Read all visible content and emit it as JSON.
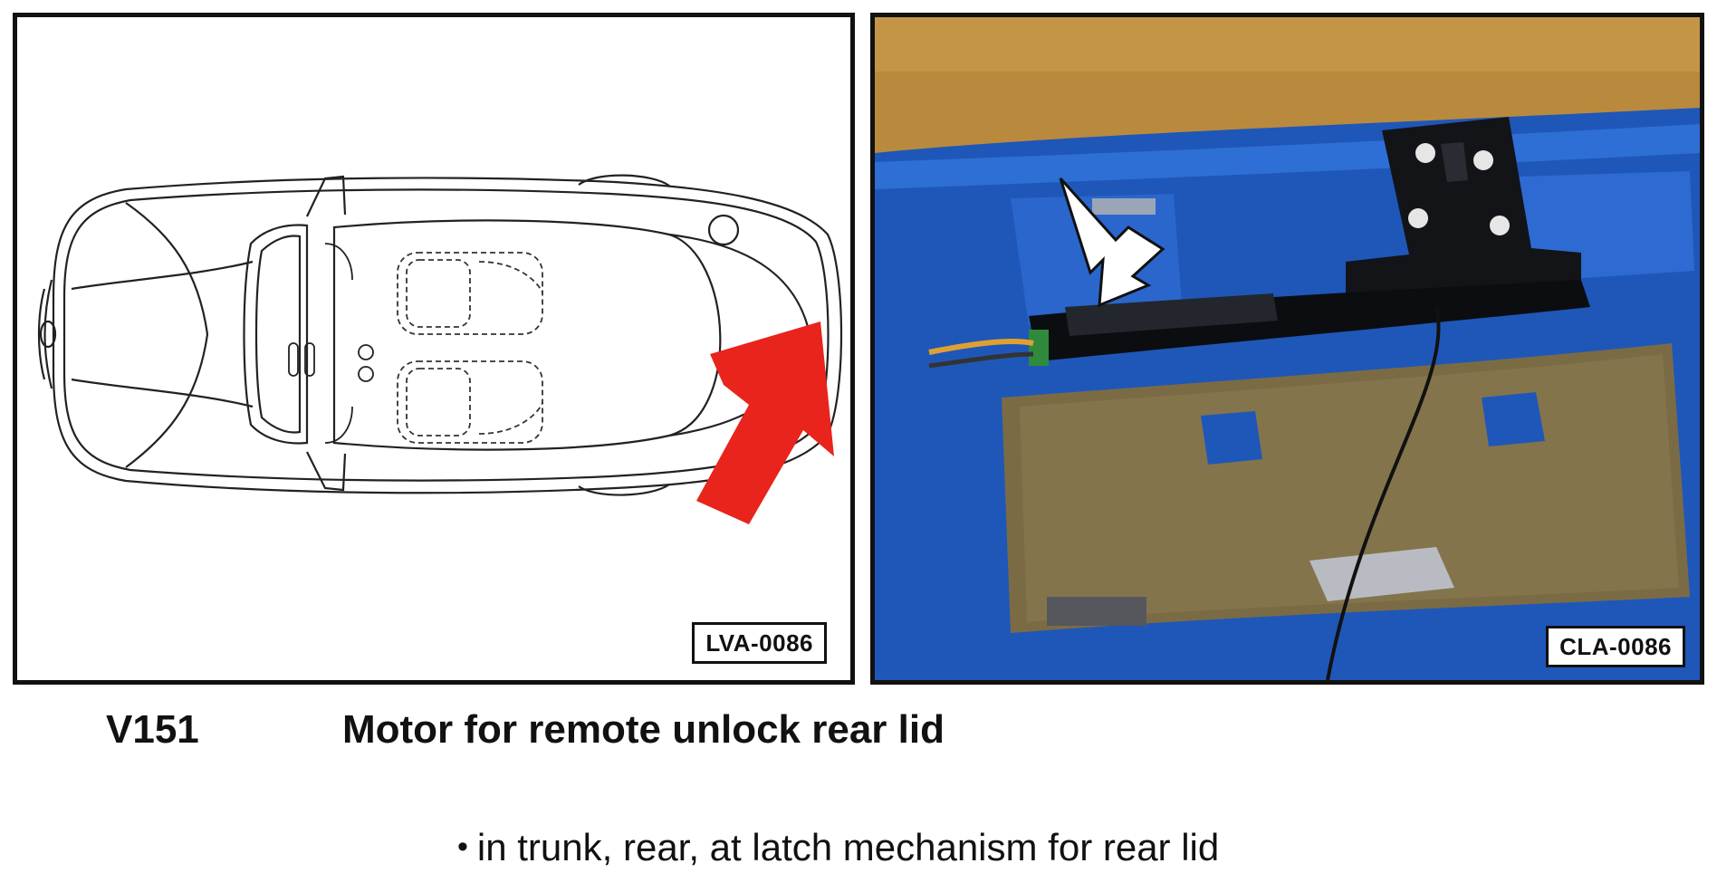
{
  "figures": {
    "left": {
      "code": "LVA-0086"
    },
    "right": {
      "code": "CLA-0086"
    }
  },
  "part": {
    "code": "V151",
    "title": "Motor for remote unlock rear lid"
  },
  "location": {
    "bullet": "•",
    "text": "in trunk, rear, at latch mechanism for rear lid"
  },
  "colors": {
    "indicator_arrow_left": "#e8241c",
    "indicator_arrow_right": "#ffffff",
    "body_panel_blue": "#1f57b8",
    "insulation": "#7b6b45"
  }
}
